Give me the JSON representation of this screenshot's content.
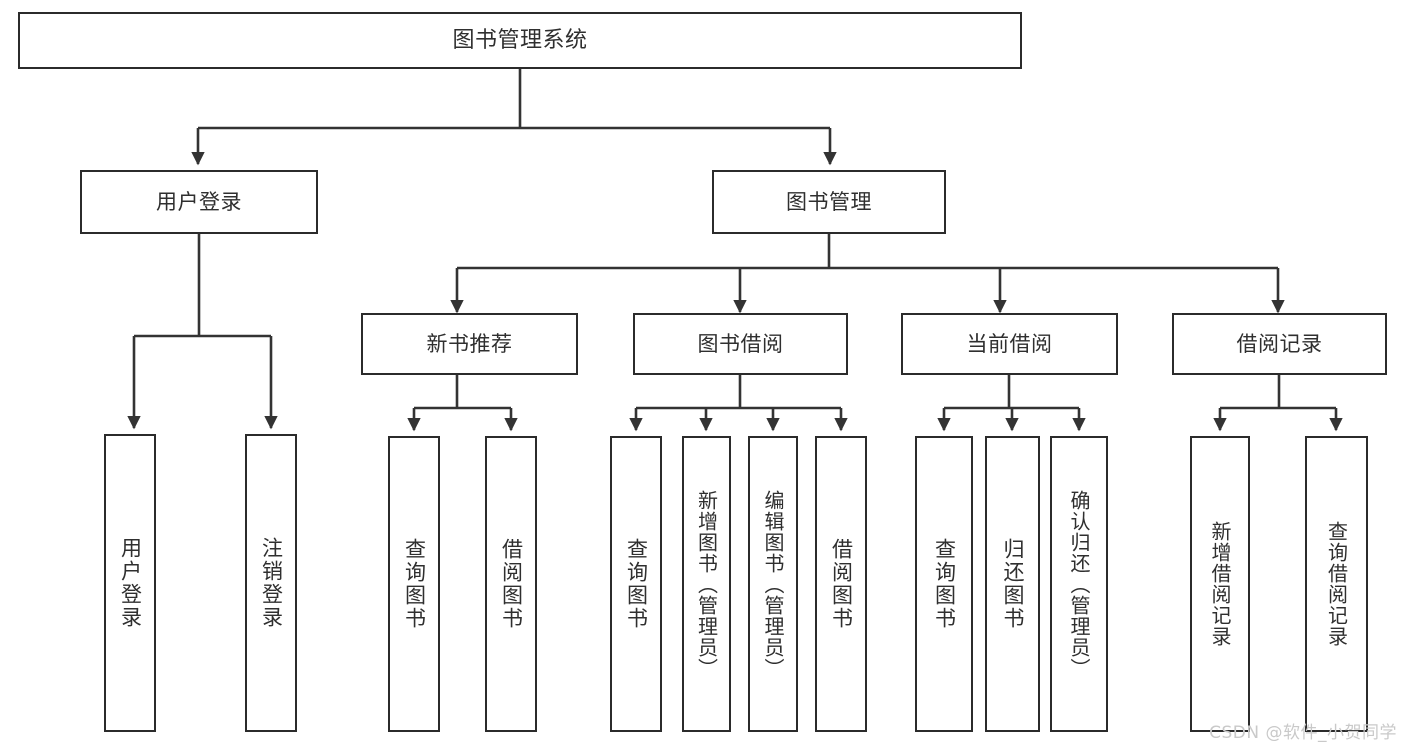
{
  "diagram": {
    "title": "图书管理系统",
    "watermark": "CSDN @软件_小贺同学",
    "colors": {
      "box_border": "#2b2b2b",
      "box_fill": "#ffffff",
      "edge": "#333333",
      "text": "#2f2f2f",
      "watermark": "#c9c9c9"
    },
    "nodes": {
      "root": {
        "label": "图书管理系统"
      },
      "level2": [
        {
          "id": "user-login",
          "label": "用户登录"
        },
        {
          "id": "book-manage",
          "label": "图书管理"
        }
      ],
      "level3": [
        {
          "id": "new-book-recommend",
          "label": "新书推荐"
        },
        {
          "id": "book-borrow",
          "label": "图书借阅"
        },
        {
          "id": "current-borrow",
          "label": "当前借阅"
        },
        {
          "id": "borrow-record",
          "label": "借阅记录"
        }
      ],
      "leaves": {
        "user_login": [
          {
            "id": "leaf-user-login",
            "label": "用户登录"
          },
          {
            "id": "leaf-logout-login",
            "label": "注销登录"
          }
        ],
        "new_book_recommend": [
          {
            "id": "leaf-query-book-1",
            "label": "查询图书"
          },
          {
            "id": "leaf-borrow-book-1",
            "label": "借阅图书"
          }
        ],
        "book_borrow": [
          {
            "id": "leaf-query-book-2",
            "label": "查询图书"
          },
          {
            "id": "leaf-add-book-admin",
            "label": "新增图书（管理员）"
          },
          {
            "id": "leaf-edit-book-admin",
            "label": "编辑图书（管理员）"
          },
          {
            "id": "leaf-borrow-book-2",
            "label": "借阅图书"
          }
        ],
        "current_borrow": [
          {
            "id": "leaf-query-book-3",
            "label": "查询图书"
          },
          {
            "id": "leaf-return-book",
            "label": "归还图书"
          },
          {
            "id": "leaf-confirm-return-admin",
            "label": "确认归还（管理员）"
          }
        ],
        "borrow_record": [
          {
            "id": "leaf-add-borrow-record",
            "label": "新增借阅记录"
          },
          {
            "id": "leaf-query-borrow-record",
            "label": "查询借阅记录"
          }
        ]
      }
    }
  }
}
